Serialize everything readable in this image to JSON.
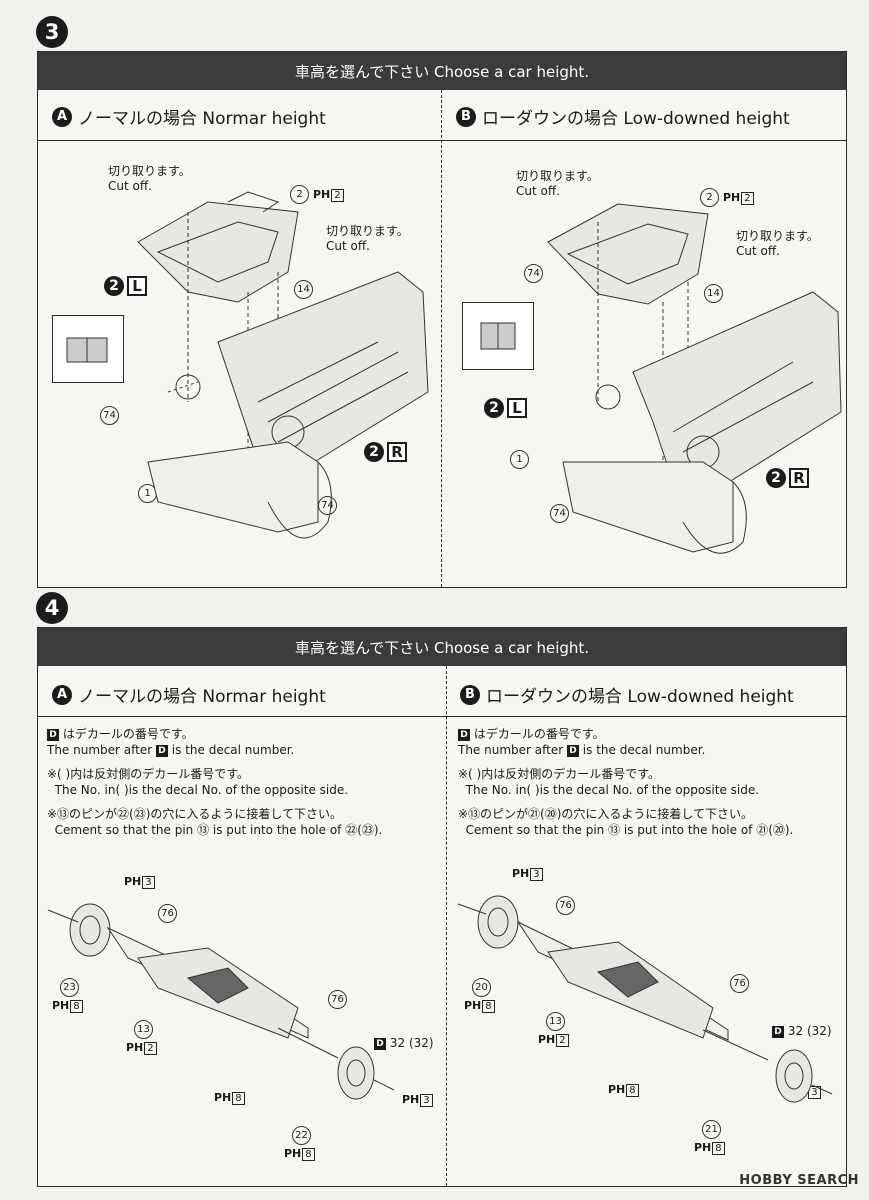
{
  "steps": {
    "s3": {
      "number": "3",
      "bar": "車高を選んで下さい Choose a car height.",
      "a_head": "ノーマルの場合 Normar height",
      "b_head": "ローダウンの場合 Low-downed height",
      "cut_jp": "切り取ります。",
      "cut_en": "Cut off."
    },
    "s4": {
      "number": "4",
      "bar": "車高を選んで下さい Choose a car height.",
      "a_head": "ノーマルの場合 Normar height",
      "b_head": "ローダウンの場合 Low-downed height",
      "note1_jp": "はデカールの番号です。",
      "note1_en_a": "The number after ",
      "note1_en_b": " is the decal number.",
      "note2_jp": "※(   )内は反対側のデカール番号です。",
      "note2_en": "The No. in(   )is the decal No. of the opposite side.",
      "note3_jp_a": "※⑬のピンが㉒(㉓)の穴に入るように接着して下さい。",
      "note3_en_a": "Cement so that the pin ⑬ is put into the hole of ㉒(㉓).",
      "note3_jp_b": "※⑬のピンが㉑(⑳)の穴に入るように接着して下さい。",
      "note3_en_b": "Cement so that the pin ⑬ is put into the hole of ㉑(⑳)."
    }
  },
  "labels": {
    "A": "A",
    "B": "B",
    "D": "D",
    "PH": "PH",
    "L": "L",
    "R": "R",
    "two": "2",
    "p1": "1",
    "p2": "2",
    "p3": "3",
    "p8": "8",
    "p13": "13",
    "p14": "14",
    "p20": "20",
    "p21": "21",
    "p22": "22",
    "p23": "23",
    "p32": "32",
    "p32b": "(32)",
    "p74": "74",
    "p76": "76"
  },
  "watermark": "HOBBY SEARCH"
}
